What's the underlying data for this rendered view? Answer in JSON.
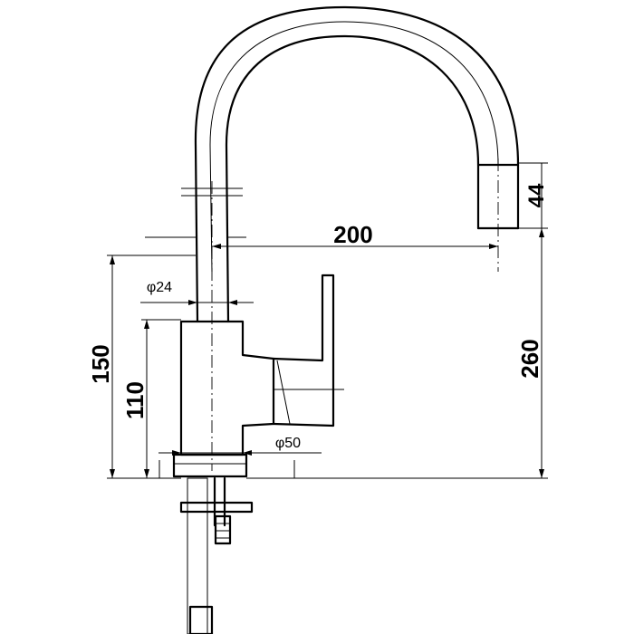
{
  "drawing": {
    "dimensions": {
      "spout_reach": "200",
      "outlet_height": "44",
      "total_height": "260",
      "body_height_150": "150",
      "body_height_110": "110",
      "tube_diameter": "φ24",
      "base_diameter": "φ50"
    },
    "colors": {
      "line": "#000000",
      "background": "#ffffff"
    }
  }
}
